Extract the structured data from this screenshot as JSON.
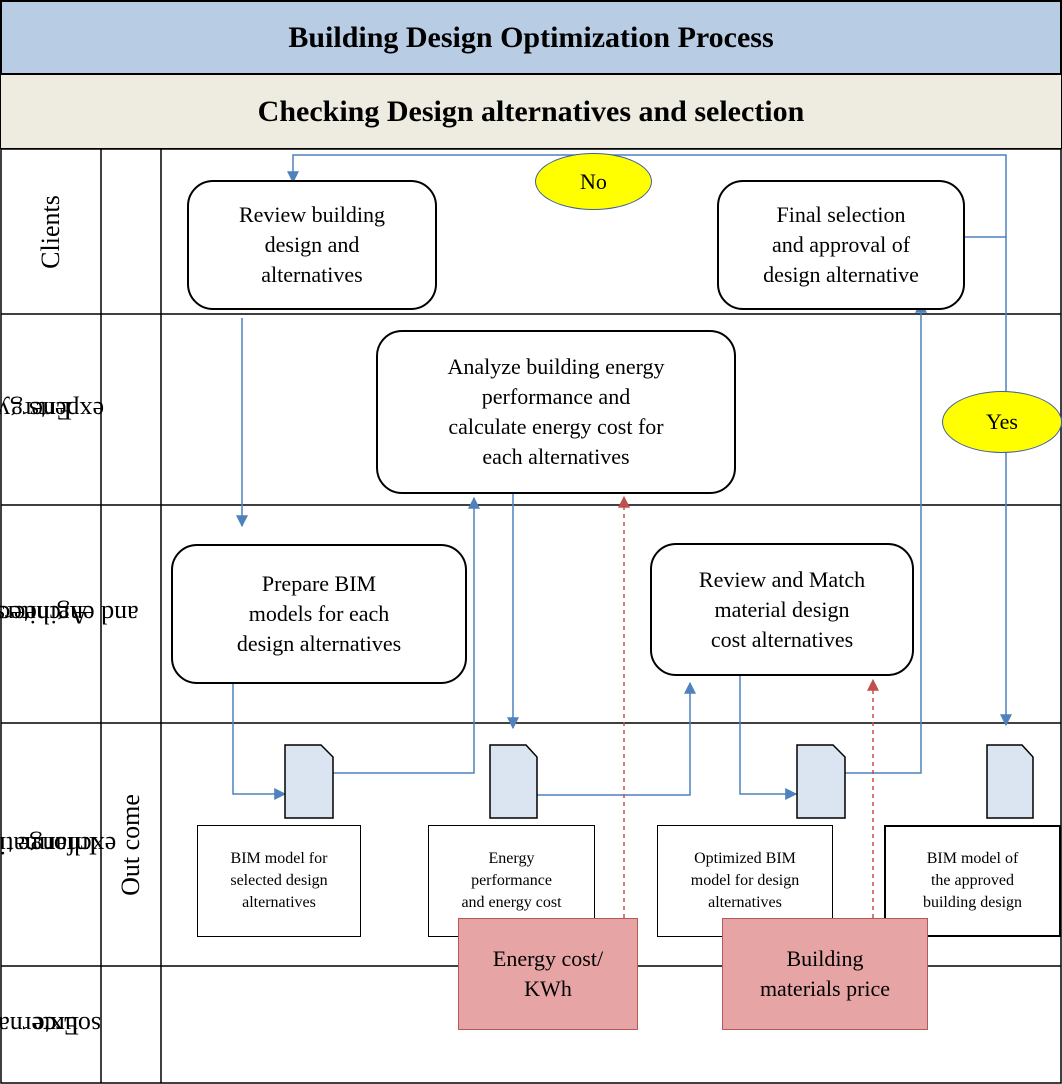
{
  "title": "Building Design Optimization Process",
  "subtitle": "Checking Design alternatives and selection",
  "lanes": {
    "clients": "Clients",
    "energy": [
      "Energy",
      "experts"
    ],
    "architects": [
      "Architects",
      "and engineers"
    ],
    "info": [
      "Information",
      "exchange"
    ],
    "outcome": "Out come",
    "external": [
      "External",
      "source"
    ]
  },
  "processes": {
    "review_design": [
      "Review building",
      "design and",
      "alternatives"
    ],
    "final_selection": [
      "Final selection",
      "and approval of",
      "design alternative"
    ],
    "analyze_energy": [
      "Analyze building energy",
      "performance and",
      "calculate energy cost for",
      "each alternatives"
    ],
    "prepare_bim": [
      "Prepare BIM",
      "models for each",
      "design alternatives"
    ],
    "review_match": [
      "Review and Match",
      "material design",
      "cost alternatives"
    ]
  },
  "decisions": {
    "no": "No",
    "yes": "Yes"
  },
  "outputs": {
    "bim_selected": [
      "BIM model for",
      "selected design",
      "alternatives"
    ],
    "energy_perf": [
      "Energy",
      "performance",
      "and energy cost"
    ],
    "optimized_bim": [
      "Optimized BIM",
      "model for design",
      "alternatives"
    ],
    "approved_bim": [
      "BIM model of",
      "the approved",
      "building design"
    ]
  },
  "external_sources": {
    "energy_cost": [
      "Energy cost/",
      "KWh"
    ],
    "materials_price": [
      "Building",
      "materials price"
    ]
  },
  "colors": {
    "title_band": "#b8cce4",
    "sub_band": "#eeece1",
    "arrow": "#4f81bd",
    "external_arrow": "#c0504d",
    "document": "#dbe5f1",
    "decision": "#ffff00",
    "external_box": "#e6a4a4"
  }
}
